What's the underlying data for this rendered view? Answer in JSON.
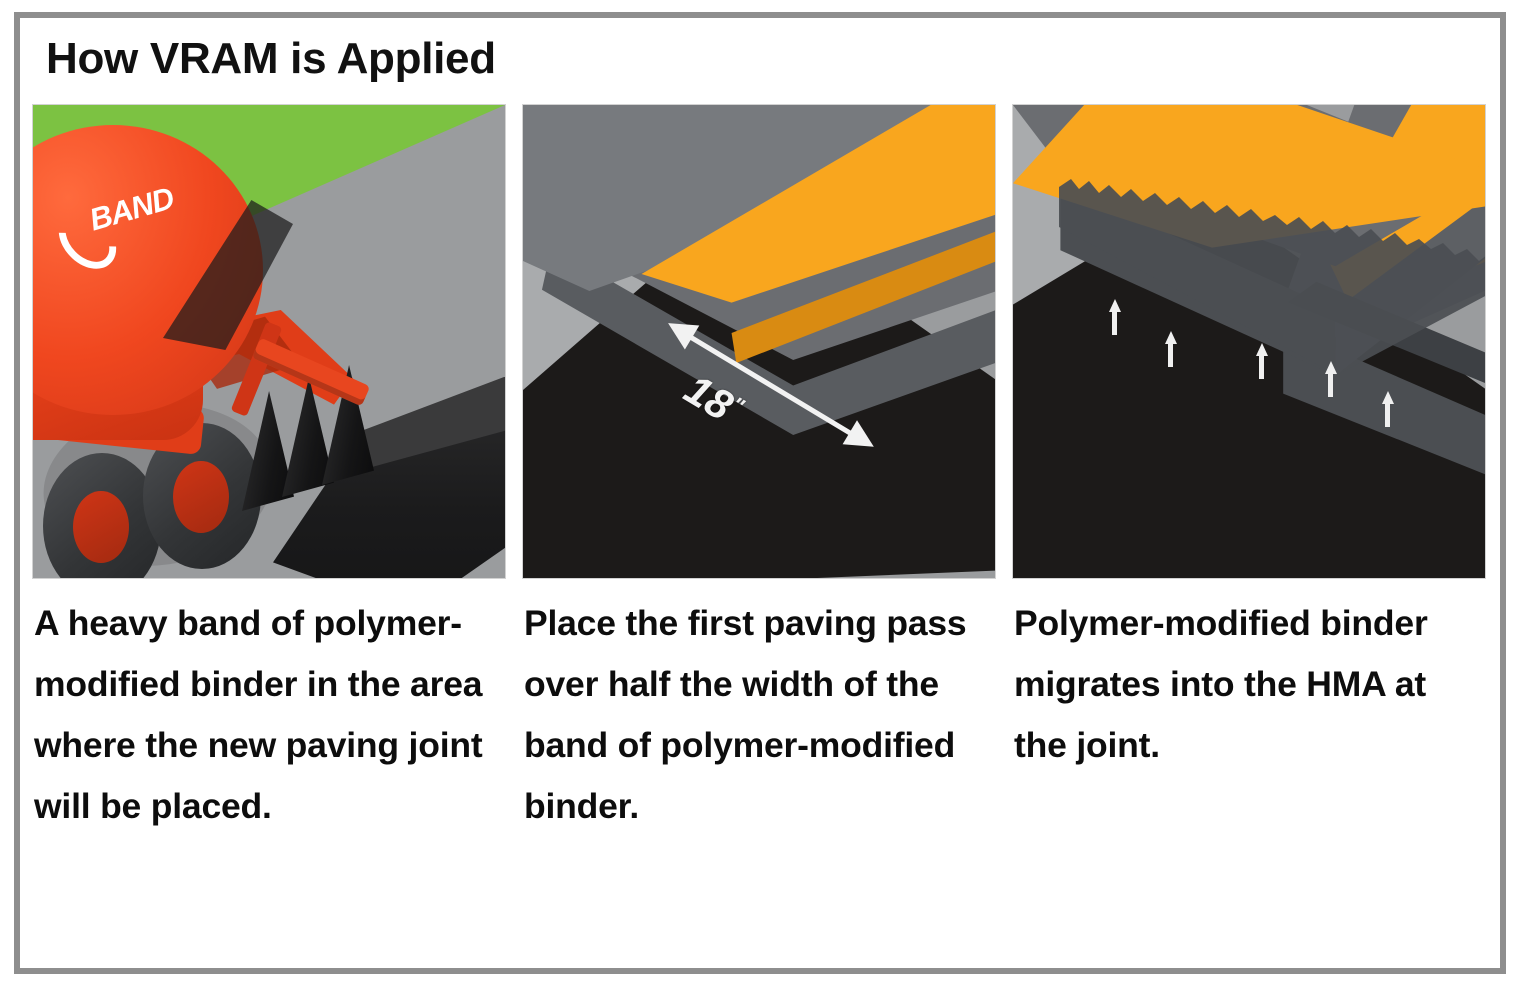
{
  "title": "How VRAM is Applied",
  "colors": {
    "frame_border": "#8e8e8e",
    "background": "#ffffff",
    "grass_green": "#7cc242",
    "truck_red": "#f0471f",
    "pavement_gray": "#6b6d71",
    "ground_gray": "#9a9c9e",
    "stripe_yellow": "#f9a61e",
    "binder_black": "#1c1a19",
    "arrow_white": "#f2f2f2",
    "text_black": "#0d0d0d"
  },
  "panels": [
    {
      "id": "panel-1",
      "figure_name": "vram-applicator-truck-illustration",
      "logo_text": "BAND",
      "logo_mark": "j-swoosh",
      "caption": "A heavy band of polymer-modified binder in the area where the new paving joint will be placed."
    },
    {
      "id": "panel-2",
      "figure_name": "first-paving-pass-over-band-illustration",
      "dimension_label": "18",
      "dimension_unit": "\"",
      "caption": "Place the first paving pass over half the width of the band of polymer-modified binder."
    },
    {
      "id": "panel-3",
      "figure_name": "binder-migration-into-hma-illustration",
      "migration_arrow_count": 5,
      "caption": "Polymer-modified binder migrates into the HMA at the joint."
    }
  ]
}
